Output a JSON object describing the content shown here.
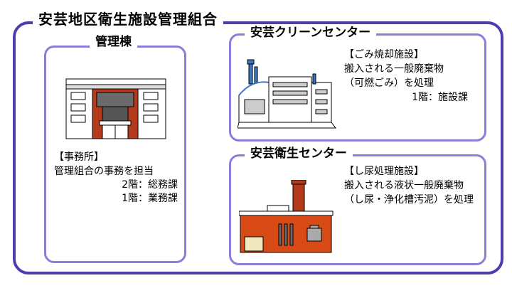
{
  "title": "安芸地区衛生施設管理組合",
  "kanri": {
    "title": "管理棟",
    "heading": "【事務所】",
    "desc": "管理組合の事務を担当",
    "floor2": "2階：総務課",
    "floor1": "1階：業務課"
  },
  "clean": {
    "title": "安芸クリーンセンター",
    "heading": "【ごみ焼却施設】",
    "line1": "搬入される一般廃棄物",
    "line2": "（可燃ごみ）を処理",
    "floor1": "1階：施設課"
  },
  "eisei": {
    "title": "安芸衛生センター",
    "heading": "【し尿処理施設】",
    "line1": "搬入される液状一般廃棄物",
    "line2": "（し尿・浄化槽汚泥）を処理"
  },
  "colors": {
    "frame": "#4b3fb0",
    "inner_frame": "#8a7fd6",
    "brick": "#b33a1a",
    "plant_red": "#d84a16"
  }
}
